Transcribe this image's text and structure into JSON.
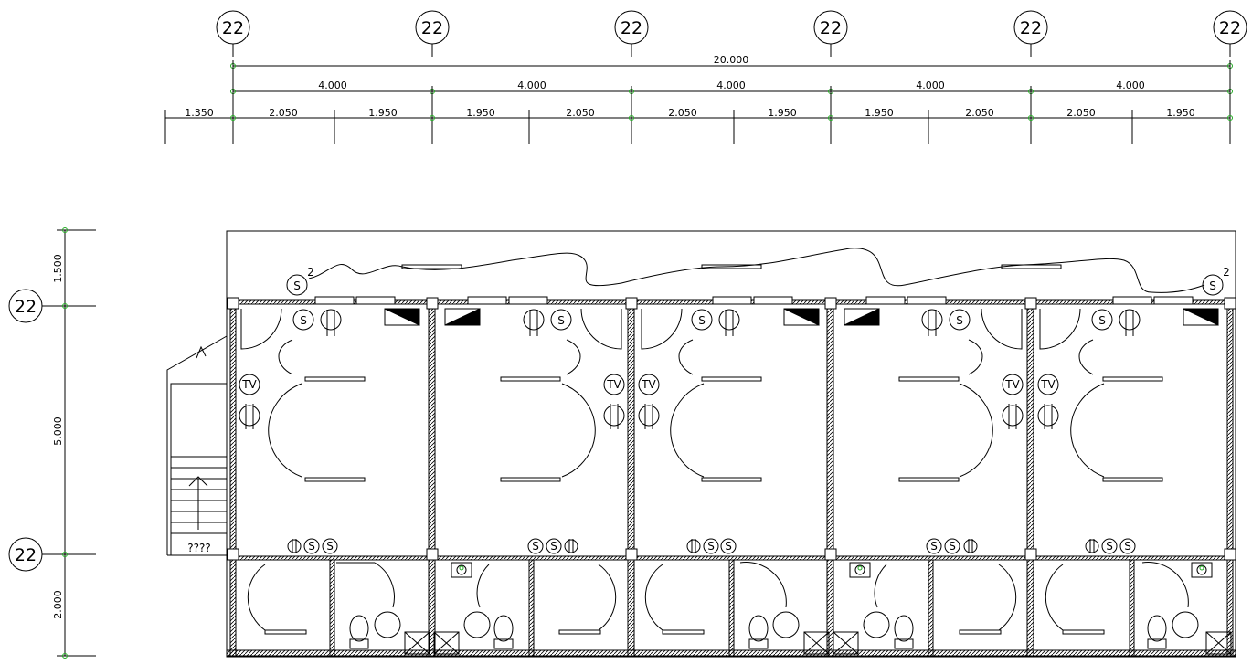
{
  "grid_bubbles": {
    "columns": [
      "22",
      "22",
      "22",
      "22",
      "22",
      "22"
    ],
    "rows": [
      "22",
      "22"
    ]
  },
  "dimensions": {
    "overall": "20.000",
    "bays": [
      "4.000",
      "4.000",
      "4.000",
      "4.000",
      "4.000"
    ],
    "sub": [
      "1.350",
      "2.050",
      "1.950",
      "1.950",
      "2.050",
      "2.050",
      "1.950",
      "1.950",
      "2.050",
      "2.050",
      "1.950"
    ],
    "vertical": [
      "1.500",
      "5.000",
      "2.000"
    ]
  },
  "symbols": {
    "switch": "S",
    "tv": "TV",
    "wiring_note": "2"
  },
  "stair_label": "????"
}
